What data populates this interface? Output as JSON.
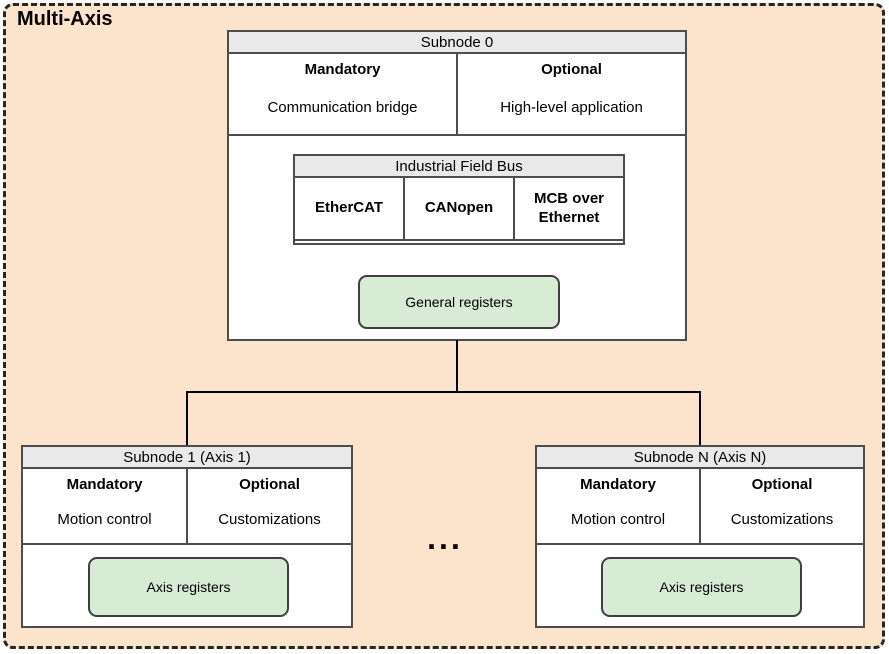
{
  "diagram": {
    "title": "Multi-Axis",
    "ellipsis": "...",
    "subnode0": {
      "header": "Subnode 0",
      "columns": [
        {
          "title": "Mandatory",
          "value": "Communication bridge"
        },
        {
          "title": "Optional",
          "value": "High-level application"
        }
      ],
      "fieldbus": {
        "header": "Industrial Field Bus",
        "protocols": [
          "EtherCAT",
          "CANopen",
          "MCB over Ethernet"
        ]
      },
      "registers_label": "General registers"
    },
    "axis_subnodes": [
      {
        "header": "Subnode 1 (Axis 1)",
        "columns": [
          {
            "title": "Mandatory",
            "value": "Motion control"
          },
          {
            "title": "Optional",
            "value": "Customizations"
          }
        ],
        "registers_label": "Axis registers"
      },
      {
        "header": "Subnode N (Axis N)",
        "columns": [
          {
            "title": "Mandatory",
            "value": "Motion control"
          },
          {
            "title": "Optional",
            "value": "Customizations"
          }
        ],
        "registers_label": "Axis registers"
      }
    ]
  },
  "colors": {
    "container_fill": "#FBE3CC",
    "container_border": "#262626",
    "table_header_fill": "#E9E9E9",
    "table_border": "#4D4D4D",
    "registers_fill": "#D7EBD5",
    "registers_border": "#3F3F3F",
    "connector": "#000000",
    "text": "#000000"
  }
}
